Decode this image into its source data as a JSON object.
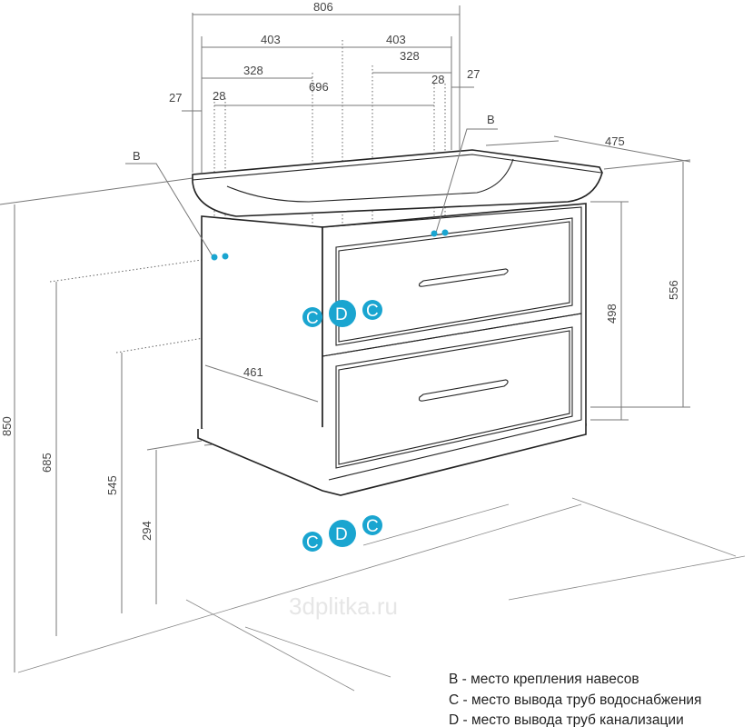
{
  "dimensions": {
    "total_width": "806",
    "half_left": "403",
    "half_right": "403",
    "offset_left": "328",
    "offset_right": "328",
    "inner_width": "696",
    "gap_left_28": "28",
    "gap_right_28": "28",
    "edge_left_27": "27",
    "edge_right_27": "27",
    "depth": "475",
    "cabinet_height": "556",
    "body_height": "498",
    "floor_to_top": "850",
    "floor_to_mount": "685",
    "floor_to_water": "545",
    "floor_to_bottom": "294",
    "drain_depth": "461"
  },
  "markers": {
    "b_left": "B",
    "b_right": "B",
    "c": "C",
    "d": "D"
  },
  "legend": [
    "B - место крепления навесов",
    "C - место вывода труб водоснабжения",
    "D - место вывода труб канализации"
  ],
  "watermark": "3dplitka.ru",
  "colors": {
    "marker": "#1aa5d0",
    "line": "#222222"
  }
}
